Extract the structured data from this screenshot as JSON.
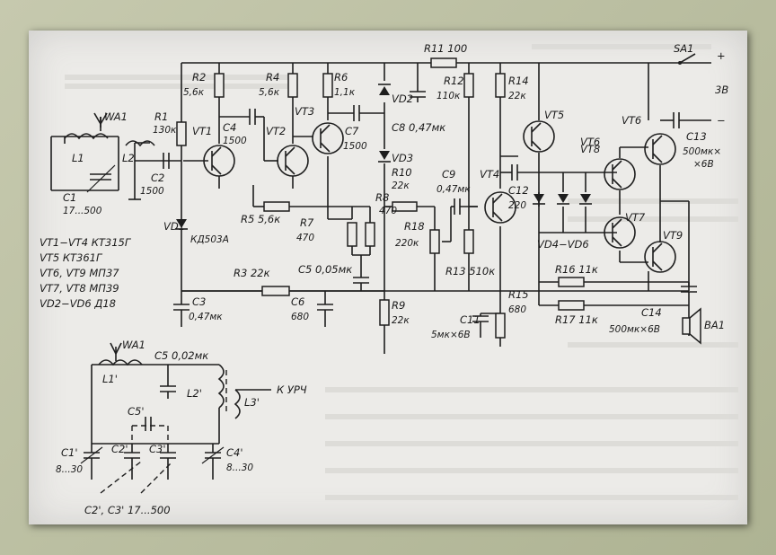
{
  "diagram": {
    "labels": {
      "WA1": "WA1",
      "L1": "L1",
      "C1": "C1",
      "C1v": "17...500",
      "L2": "L2",
      "C2": "C2",
      "C2v": "1500",
      "R1": "R1",
      "R1v": "130к",
      "VT1": "VT1",
      "C4": "C4",
      "C4v": "1500",
      "R2": "R2",
      "R2v": "5,6к",
      "VT2": "VT2",
      "R4": "R4",
      "R4v": "5,6к",
      "VT3": "VT3",
      "R6": "R6",
      "R6v": "1,1к",
      "C7": "C7",
      "C7v": "1500",
      "VD2": "VD2",
      "VD3": "VD3",
      "R11": "R11 100",
      "C8": "C8 0,47мк",
      "R12": "R12",
      "R12v": "110к",
      "R14": "R14",
      "R14v": "22к",
      "VT5": "VT5",
      "SA1": "SA1",
      "plus": "+",
      "minus": "−",
      "V3": "3В",
      "VT6": "VT6",
      "C13": "C13",
      "C13v1": "500мк×",
      "C13v2": "×6В",
      "VT8": "VT8",
      "VD1": "VD1",
      "VD1v": "КД503А",
      "R5": "R5 5,6к",
      "R7": "R7",
      "R7v": "470",
      "R8": "R8",
      "R8v": "470",
      "R10": "R10",
      "R10v": "22к",
      "C9": "C9",
      "C9v": "0,47мк",
      "VT4": "VT4",
      "C12": "C12",
      "C12v": "220",
      "R18": "R18",
      "R18v": "220к",
      "VD4": "VD4−VD6",
      "VT7": "VT7",
      "VT9": "VT9",
      "R13": "R13 510к",
      "R16": "R16 11к",
      "R3": "R3 22к",
      "C5": "C5 0,05мк",
      "C3": "C3",
      "C3v": "0,47мк",
      "C6": "C6",
      "C6v": "680",
      "R9": "R9",
      "R9v": "22к",
      "R15": "R15",
      "R15v": "680",
      "C11": "C11",
      "C11v": "5мк×6В",
      "R17": "R17 11к",
      "C14": "C14",
      "C14v": "500мк×6В",
      "BA1": "BA1",
      "WA1b": "WA1",
      "C5b": "C5 0,02мк",
      "L1b": "L1'",
      "L2b": "L2'",
      "L3b": "L3'",
      "kurch": "К УРЧ",
      "C5p": "C5'",
      "C1p": "C1'",
      "C1pv": "8...30",
      "C2p": "C2'",
      "C3p": "C3'",
      "C4p": "C4'",
      "C4pv": "8...30",
      "C23": "C2', C3'  17...500"
    },
    "legend": [
      "VT1−VT4  КТ315Г",
      "VT5  КТ361Г",
      "VT6, VT9  МП37",
      "VT7, VT8  МП39",
      "VD2−VD6  Д18"
    ]
  }
}
